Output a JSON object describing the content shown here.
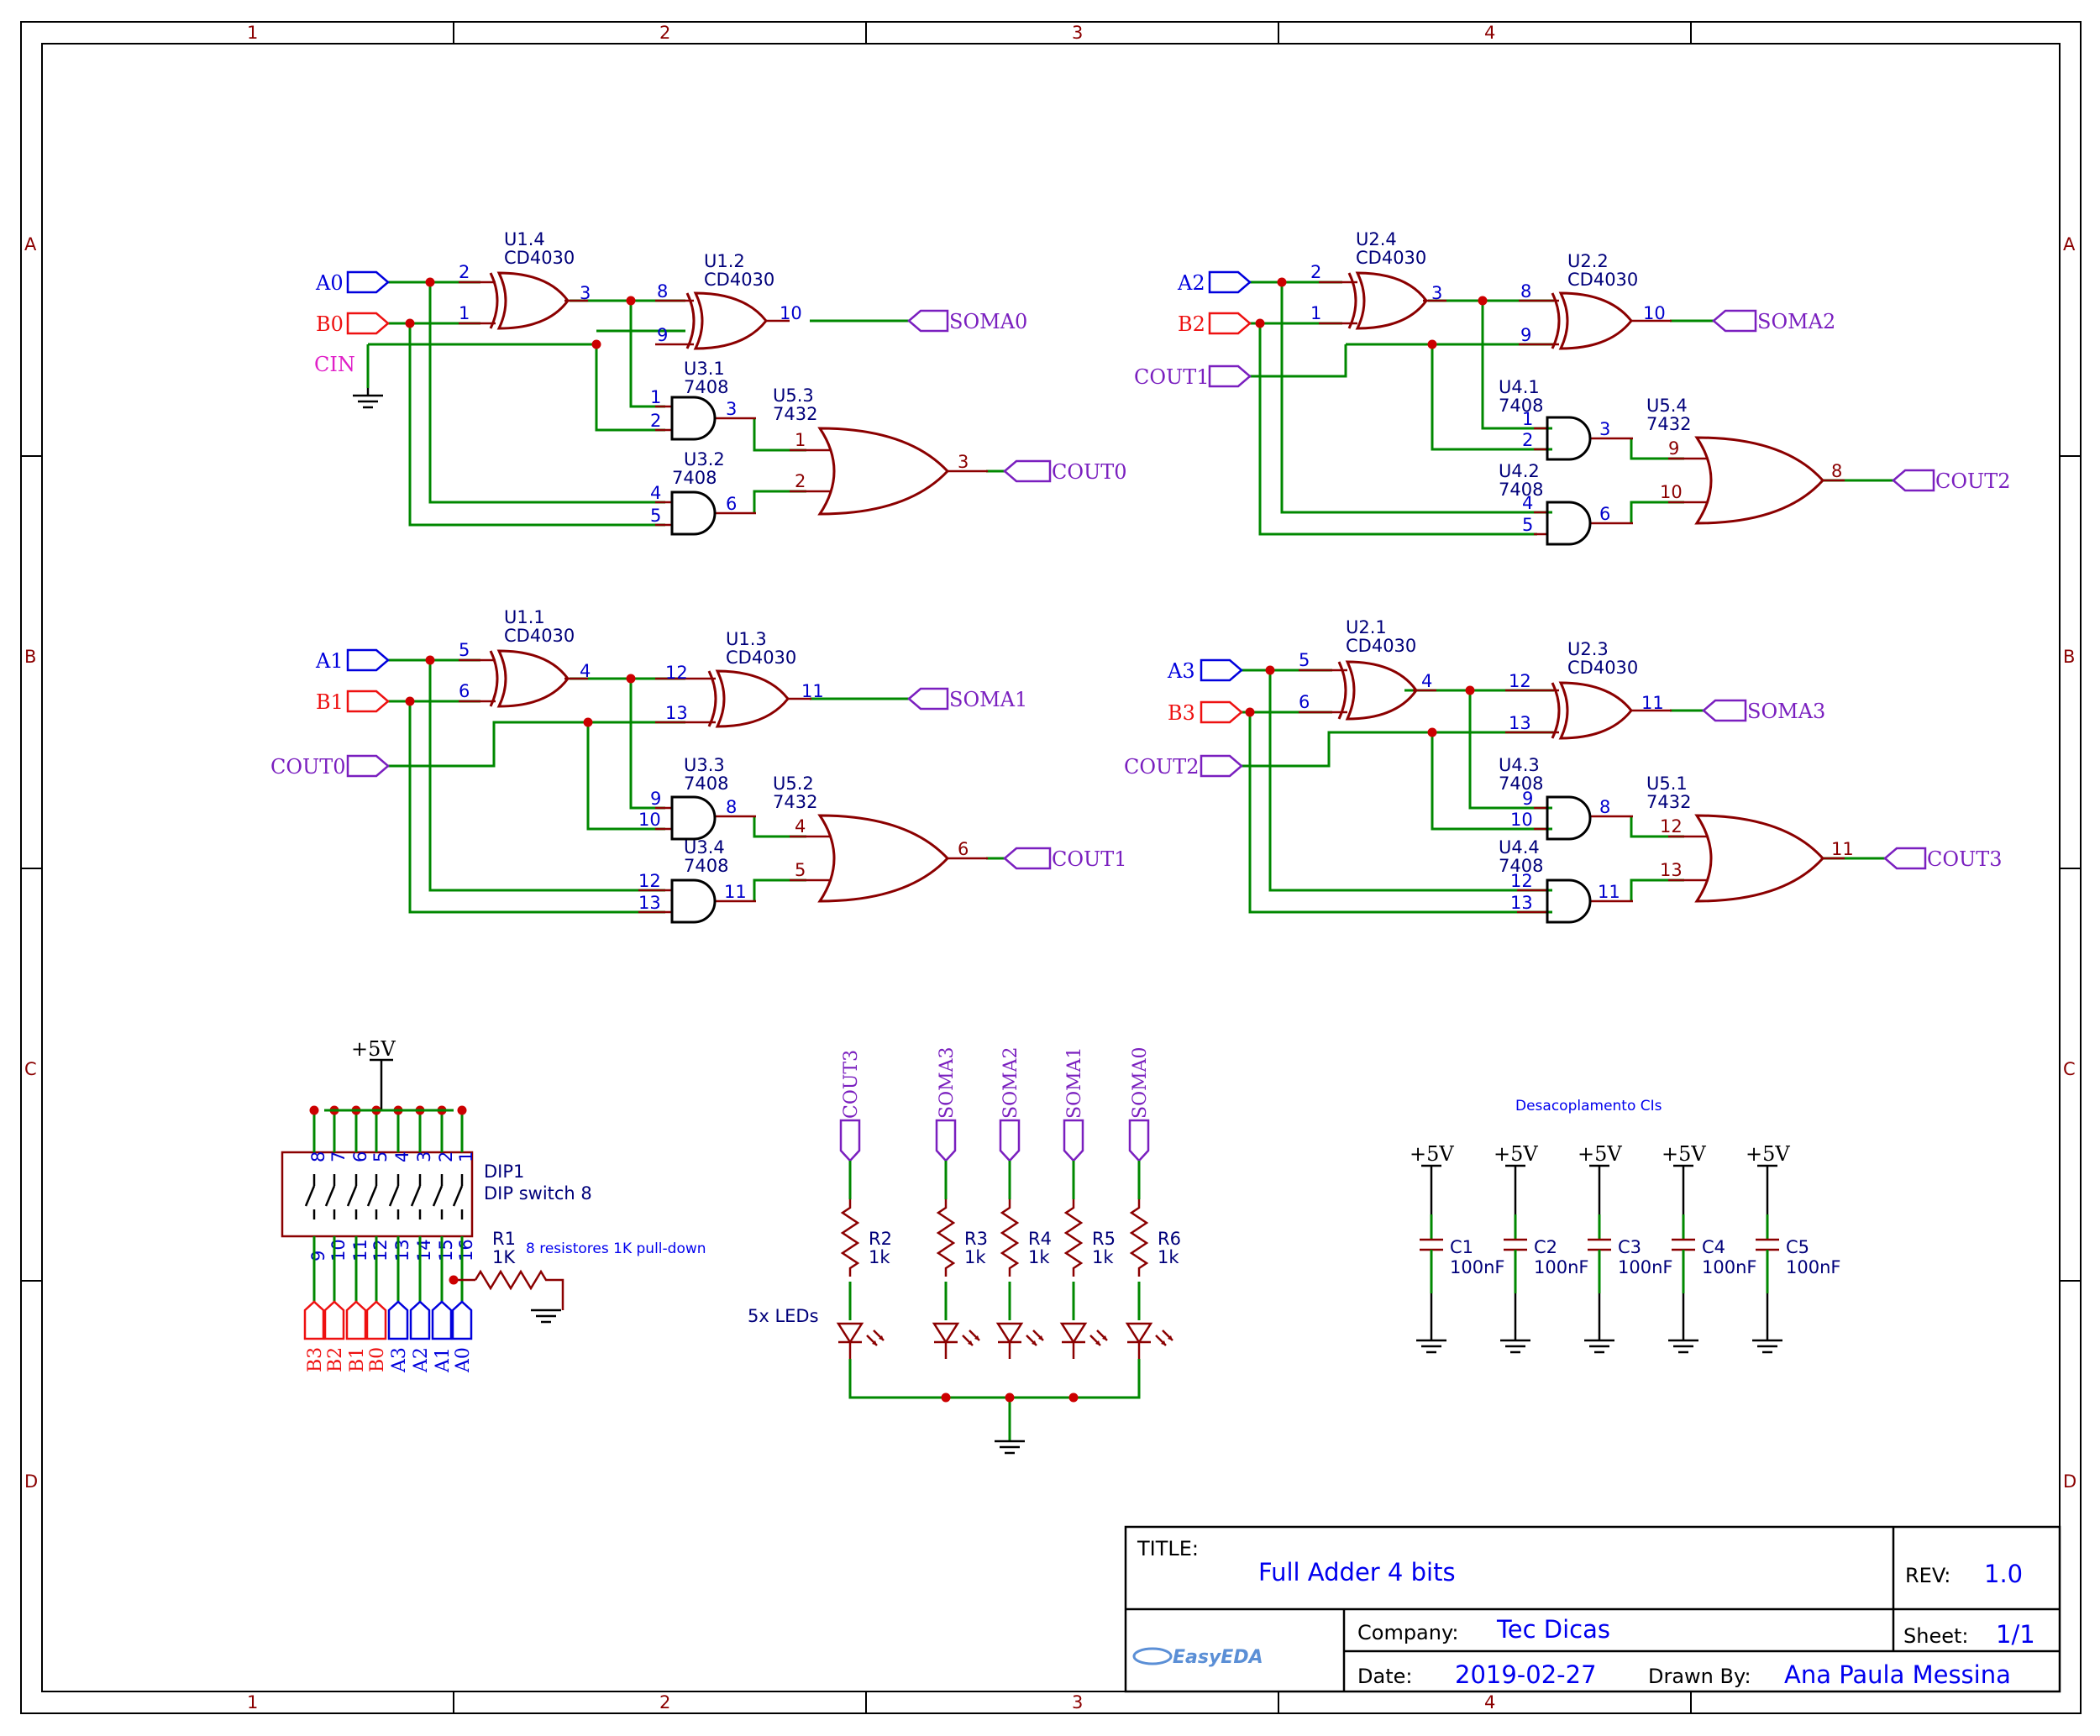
{
  "sheet": {
    "columns": [
      "1",
      "2",
      "3",
      "4"
    ],
    "rows": [
      "A",
      "B",
      "C",
      "D"
    ]
  },
  "net_labels": {
    "a0": "A0",
    "b0": "B0",
    "cin": "CIN",
    "soma0": "SOMA0",
    "cout0": "COUT0",
    "a1": "A1",
    "b1": "B1",
    "cout0_in": "COUT0",
    "soma1": "SOMA1",
    "cout1": "COUT1",
    "a2": "A2",
    "b2": "B2",
    "cout1_in": "COUT1",
    "soma2": "SOMA2",
    "cout2": "COUT2",
    "a3": "A3",
    "b3": "B3",
    "cout2_in": "COUT2",
    "soma3": "SOMA3",
    "cout3": "COUT3"
  },
  "components": {
    "u1_4": {
      "ref": "U1.4",
      "part": "CD4030"
    },
    "u1_2": {
      "ref": "U1.2",
      "part": "CD4030"
    },
    "u3_1": {
      "ref": "U3.1",
      "part": "7408"
    },
    "u3_2": {
      "ref": "U3.2",
      "part": "7408"
    },
    "u5_3": {
      "ref": "U5.3",
      "part": "7432"
    },
    "u1_1": {
      "ref": "U1.1",
      "part": "CD4030"
    },
    "u1_3": {
      "ref": "U1.3",
      "part": "CD4030"
    },
    "u3_3": {
      "ref": "U3.3",
      "part": "7408"
    },
    "u3_4": {
      "ref": "U3.4",
      "part": "7408"
    },
    "u5_2": {
      "ref": "U5.2",
      "part": "7432"
    },
    "u2_4": {
      "ref": "U2.4",
      "part": "CD4030"
    },
    "u2_2": {
      "ref": "U2.2",
      "part": "CD4030"
    },
    "u4_1": {
      "ref": "U4.1",
      "part": "7408"
    },
    "u4_2": {
      "ref": "U4.2",
      "part": "7408"
    },
    "u5_4": {
      "ref": "U5.4",
      "part": "7432"
    },
    "u2_1": {
      "ref": "U2.1",
      "part": "CD4030"
    },
    "u2_3": {
      "ref": "U2.3",
      "part": "CD4030"
    },
    "u4_3": {
      "ref": "U4.3",
      "part": "7408"
    },
    "u4_4": {
      "ref": "U4.4",
      "part": "7408"
    },
    "u5_1": {
      "ref": "U5.1",
      "part": "7432"
    }
  },
  "pins": {
    "u1_4": [
      "2",
      "1",
      "3"
    ],
    "u1_2": [
      "8",
      "9",
      "10"
    ],
    "u3_1": [
      "1",
      "2",
      "3"
    ],
    "u3_2": [
      "4",
      "5",
      "6"
    ],
    "u5_3": [
      "1",
      "2",
      "3"
    ],
    "u1_1": [
      "5",
      "6",
      "4"
    ],
    "u1_3": [
      "12",
      "13",
      "11"
    ],
    "u3_3": [
      "9",
      "10",
      "8"
    ],
    "u3_4": [
      "12",
      "13",
      "11"
    ],
    "u5_2": [
      "4",
      "5",
      "6"
    ],
    "u2_4": [
      "2",
      "1",
      "3"
    ],
    "u2_2": [
      "8",
      "9",
      "10"
    ],
    "u4_1": [
      "1",
      "2",
      "3"
    ],
    "u4_2": [
      "4",
      "5",
      "6"
    ],
    "u5_4": [
      "9",
      "10",
      "8"
    ],
    "u2_1": [
      "5",
      "6",
      "4"
    ],
    "u2_3": [
      "12",
      "13",
      "11"
    ],
    "u4_3": [
      "9",
      "10",
      "8"
    ],
    "u4_4": [
      "12",
      "13",
      "11"
    ],
    "u5_1": [
      "12",
      "13",
      "11"
    ]
  },
  "dip": {
    "supply": "+5V",
    "ref": "DIP1",
    "value": "DIP switch 8",
    "top_pins": [
      "8",
      "7",
      "6",
      "5",
      "4",
      "3",
      "2",
      "1"
    ],
    "bottom_pins": [
      "9",
      "10",
      "11",
      "12",
      "13",
      "14",
      "15",
      "16"
    ],
    "port_labels": [
      "B3",
      "B2",
      "B1",
      "B0",
      "A3",
      "A2",
      "A1",
      "A0"
    ],
    "port_colors": [
      "#ee1111",
      "#ee1111",
      "#ee1111",
      "#ee1111",
      "#0000dd",
      "#0000dd",
      "#0000dd",
      "#0000dd"
    ],
    "r1_ref": "R1",
    "r1_value": "1K",
    "pulldown_note": "8 resistores 1K pull-down"
  },
  "leds": {
    "labels": [
      "COUT3",
      "SOMA3",
      "SOMA2",
      "SOMA1",
      "SOMA0"
    ],
    "resistors": [
      {
        "ref": "R2",
        "value": "1k"
      },
      {
        "ref": "R3",
        "value": "1k"
      },
      {
        "ref": "R4",
        "value": "1k"
      },
      {
        "ref": "R5",
        "value": "1k"
      },
      {
        "ref": "R6",
        "value": "1k"
      }
    ],
    "note": "5x LEDs"
  },
  "decoupling": {
    "title": "Desacoplamento CIs",
    "supply": "+5V",
    "caps": [
      {
        "ref": "C1",
        "value": "100nF"
      },
      {
        "ref": "C2",
        "value": "100nF"
      },
      {
        "ref": "C3",
        "value": "100nF"
      },
      {
        "ref": "C4",
        "value": "100nF"
      },
      {
        "ref": "C5",
        "value": "100nF"
      }
    ]
  },
  "title_block": {
    "title_label": "TITLE:",
    "title": "Full Adder 4 bits",
    "rev_label": "REV:",
    "rev": "1.0",
    "company_label": "Company:",
    "company": "Tec Dicas",
    "sheet_label": "Sheet:",
    "sheet": "1/1",
    "date_label": "Date:",
    "date": "2019-02-27",
    "drawn_label": "Drawn By:",
    "drawn_by": "Ana Paula Messina",
    "logo": "EasyEDA"
  },
  "colors": {
    "wire": "#008800",
    "component": "#8b0000",
    "pin_number": "#0000cc",
    "port_input_a": "#0000dd",
    "port_input_b": "#ee1111",
    "port_output": "#7a1fbf",
    "junction": "#cc0000"
  }
}
